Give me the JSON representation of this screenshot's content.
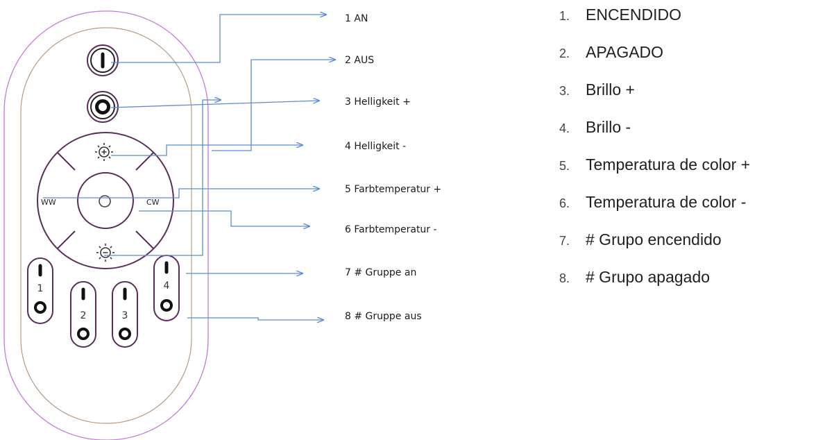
{
  "callouts": [
    {
      "number": "1",
      "label": "AN"
    },
    {
      "number": "2",
      "label": "AUS"
    },
    {
      "number": "3",
      "label": "Helligkeit +"
    },
    {
      "number": "4",
      "label": "Helligkeit -"
    },
    {
      "number": "5",
      "label": "Farbtemperatur +"
    },
    {
      "number": "6",
      "label": "Farbtemperatur -"
    },
    {
      "number": "7",
      "label": "# Gruppe an"
    },
    {
      "number": "8",
      "label": "# Gruppe aus"
    }
  ],
  "remote": {
    "left_label": "WW",
    "right_label": "CW",
    "groups": [
      "1",
      "2",
      "3",
      "4"
    ]
  },
  "legend": [
    {
      "number": "1.",
      "text": "ENCENDIDO"
    },
    {
      "number": "2.",
      "text": "APAGADO"
    },
    {
      "number": "3.",
      "text": "Brillo +"
    },
    {
      "number": "4.",
      "text": "Brillo -"
    },
    {
      "number": "5.",
      "text": "Temperatura de color +"
    },
    {
      "number": "6.",
      "text": "Temperatura de color -"
    },
    {
      "number": "7.",
      "text": "# Grupo encendido"
    },
    {
      "number": "8.",
      "text": "# Grupo apagado"
    }
  ],
  "colors": {
    "arrow": "#5b8bd0",
    "outline_outer": "#c678d8",
    "outline_inner": "#b89a82",
    "button_ring": "#5a2d5a"
  }
}
